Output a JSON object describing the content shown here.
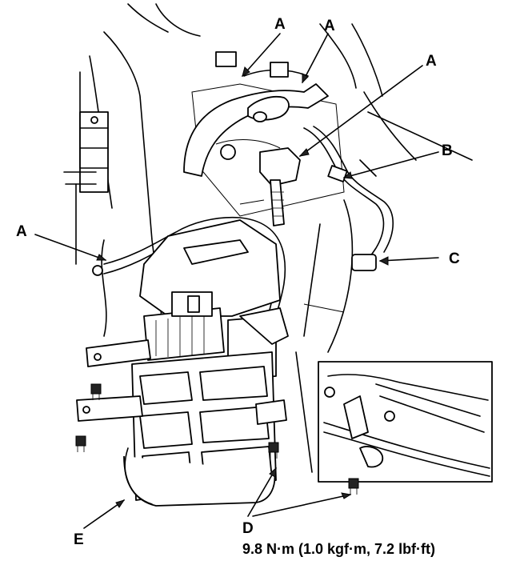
{
  "callouts": {
    "a1": "A",
    "a2": "A",
    "a3": "A",
    "a4": "A",
    "b": "B",
    "c": "C",
    "d": "D",
    "e": "E"
  },
  "torque_spec": "9.8 N·m (1.0 kgf·m, 7.2 lbf·ft)"
}
